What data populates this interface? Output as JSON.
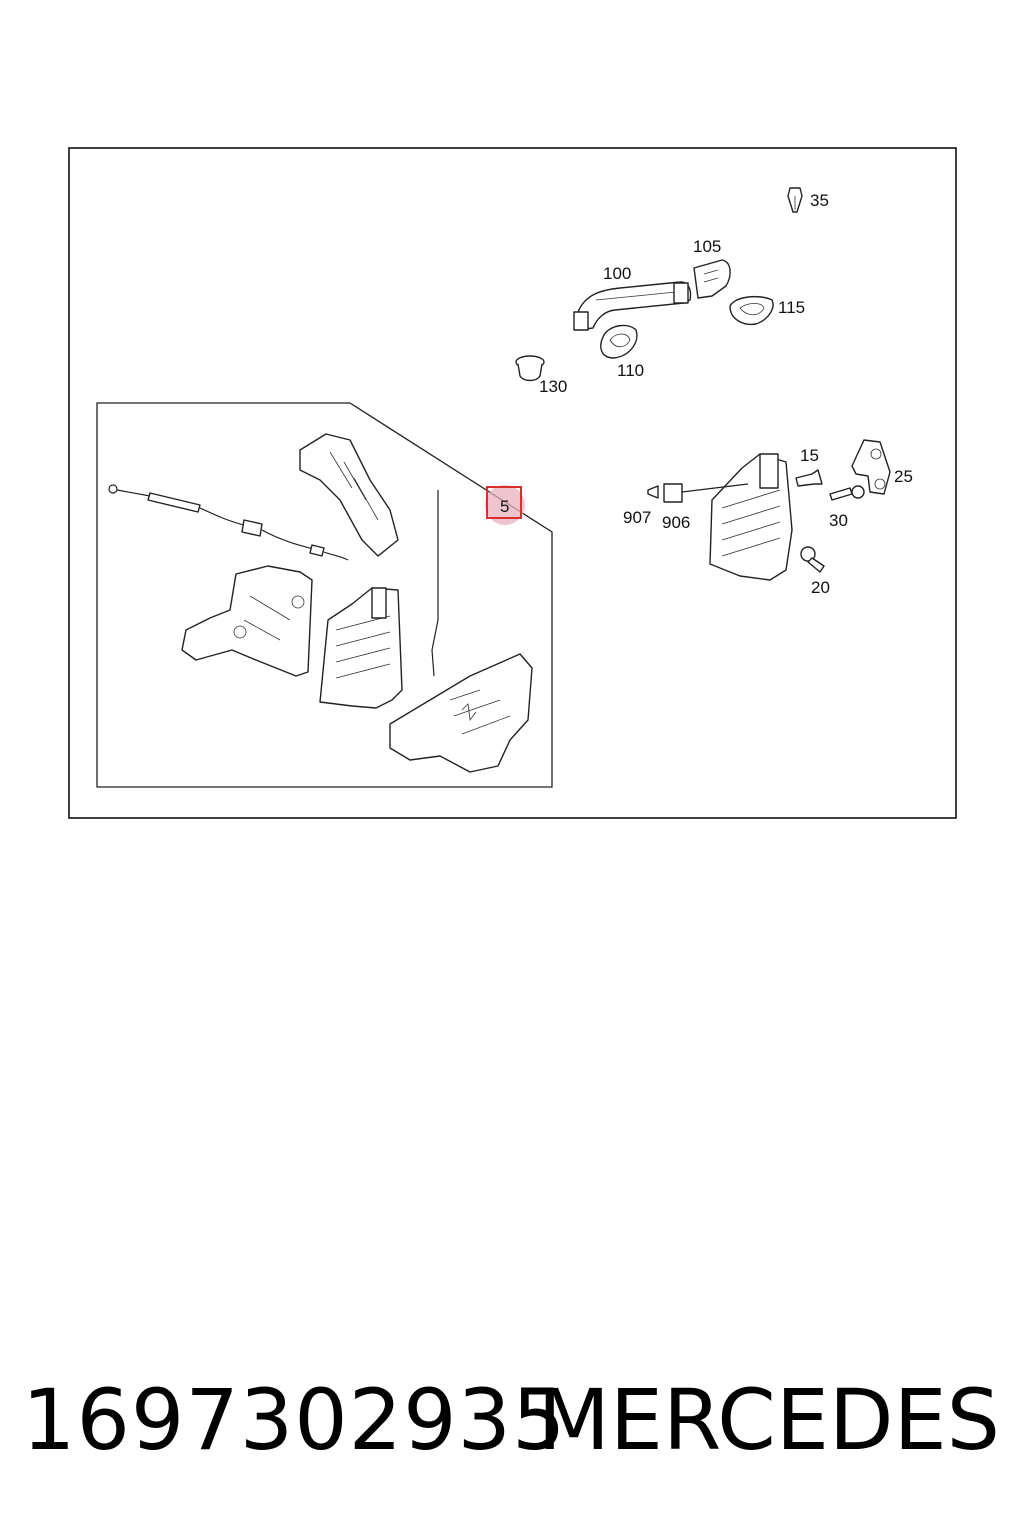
{
  "diagram": {
    "callouts": {
      "c35": "35",
      "c105": "105",
      "c100": "100",
      "c115": "115",
      "c130": "130",
      "c110": "110",
      "c5": "5",
      "c15": "15",
      "c25": "25",
      "c907": "907",
      "c906": "906",
      "c30": "30",
      "c20": "20"
    },
    "highlight_color": "#e8b0be",
    "highlight_border": "#d9302f"
  },
  "footer": {
    "part_number": "1697302935",
    "brand": "MERCEDES"
  }
}
